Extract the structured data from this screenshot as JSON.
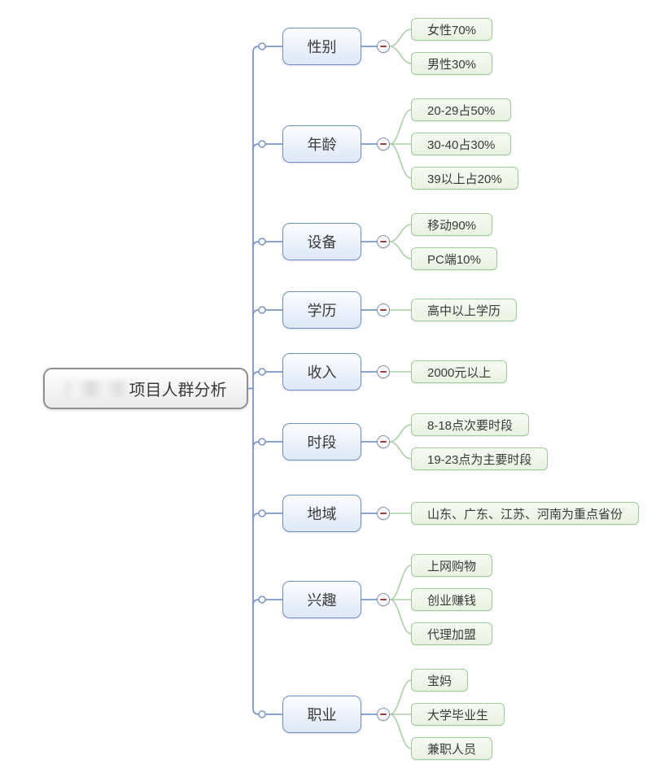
{
  "diagram": {
    "root": {
      "label": "项目人群分析"
    },
    "branches": [
      {
        "label": "性别",
        "children": [
          {
            "label": "女性70%"
          },
          {
            "label": "男性30%"
          }
        ]
      },
      {
        "label": "年龄",
        "children": [
          {
            "label": "20-29占50%"
          },
          {
            "label": "30-40占30%"
          },
          {
            "label": "39以上占20%"
          }
        ]
      },
      {
        "label": "设备",
        "children": [
          {
            "label": "移动90%"
          },
          {
            "label": "PC端10%"
          }
        ]
      },
      {
        "label": "学历",
        "children": [
          {
            "label": "高中以上学历"
          }
        ]
      },
      {
        "label": "收入",
        "children": [
          {
            "label": "2000元以上"
          }
        ]
      },
      {
        "label": "时段",
        "children": [
          {
            "label": "8-18点次要时段"
          },
          {
            "label": "19-23点为主要时段"
          }
        ]
      },
      {
        "label": "地域",
        "children": [
          {
            "label": "山东、广东、江苏、河南为重点省份"
          }
        ]
      },
      {
        "label": "兴趣",
        "children": [
          {
            "label": "上网购物"
          },
          {
            "label": "创业赚钱"
          },
          {
            "label": "代理加盟"
          }
        ]
      },
      {
        "label": "职业",
        "children": [
          {
            "label": "宝妈"
          },
          {
            "label": "大学毕业生"
          },
          {
            "label": "兼职人员"
          }
        ]
      }
    ],
    "icons": {
      "collapse": "minus-icon"
    },
    "colors": {
      "branch_border": "#7191c6",
      "branch_fill_top": "#fcfdff",
      "branch_fill_bottom": "#dde7f6",
      "leaf_border": "#9dcb99",
      "leaf_fill_top": "#f6faf2",
      "leaf_fill_bottom": "#e9f2e2",
      "root_border": "#8e9092",
      "root_fill_top": "#ffffff",
      "root_fill_bottom": "#eaeaea",
      "line_blue": "#7b97c9",
      "line_green": "#abcfa6",
      "minus_color": "#9e3b3b",
      "text_color": "#3a3a3a"
    }
  }
}
